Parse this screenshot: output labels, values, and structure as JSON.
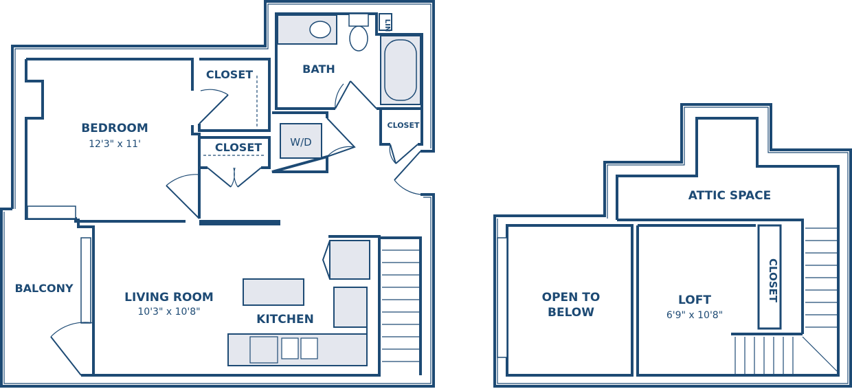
{
  "plan": {
    "colors": {
      "ink": "#1d4a74",
      "fixture_fill": "#e4e7ee",
      "background": "#ffffff"
    },
    "lower_level": {
      "bedroom": {
        "name": "BEDROOM",
        "dims": "12'3\" x 11'"
      },
      "closet_1": {
        "name": "CLOSET"
      },
      "closet_2": {
        "name": "CLOSET"
      },
      "bath": {
        "name": "BATH"
      },
      "washer_dryer": {
        "name": "W/D"
      },
      "linen": {
        "name": "LIN"
      },
      "closet_small": {
        "name": "CLOSET"
      },
      "balcony": {
        "name": "BALCONY"
      },
      "living_room": {
        "name": "LIVING ROOM",
        "dims": "10'3\" x 10'8\""
      },
      "kitchen": {
        "name": "KITCHEN"
      }
    },
    "upper_level": {
      "attic": {
        "name": "ATTIC SPACE"
      },
      "open_to_below": {
        "line1": "OPEN TO",
        "line2": "BELOW"
      },
      "loft": {
        "name": "LOFT",
        "dims": "6'9\" x 10'8\""
      },
      "loft_closet": {
        "name": "CLOSET"
      }
    }
  }
}
